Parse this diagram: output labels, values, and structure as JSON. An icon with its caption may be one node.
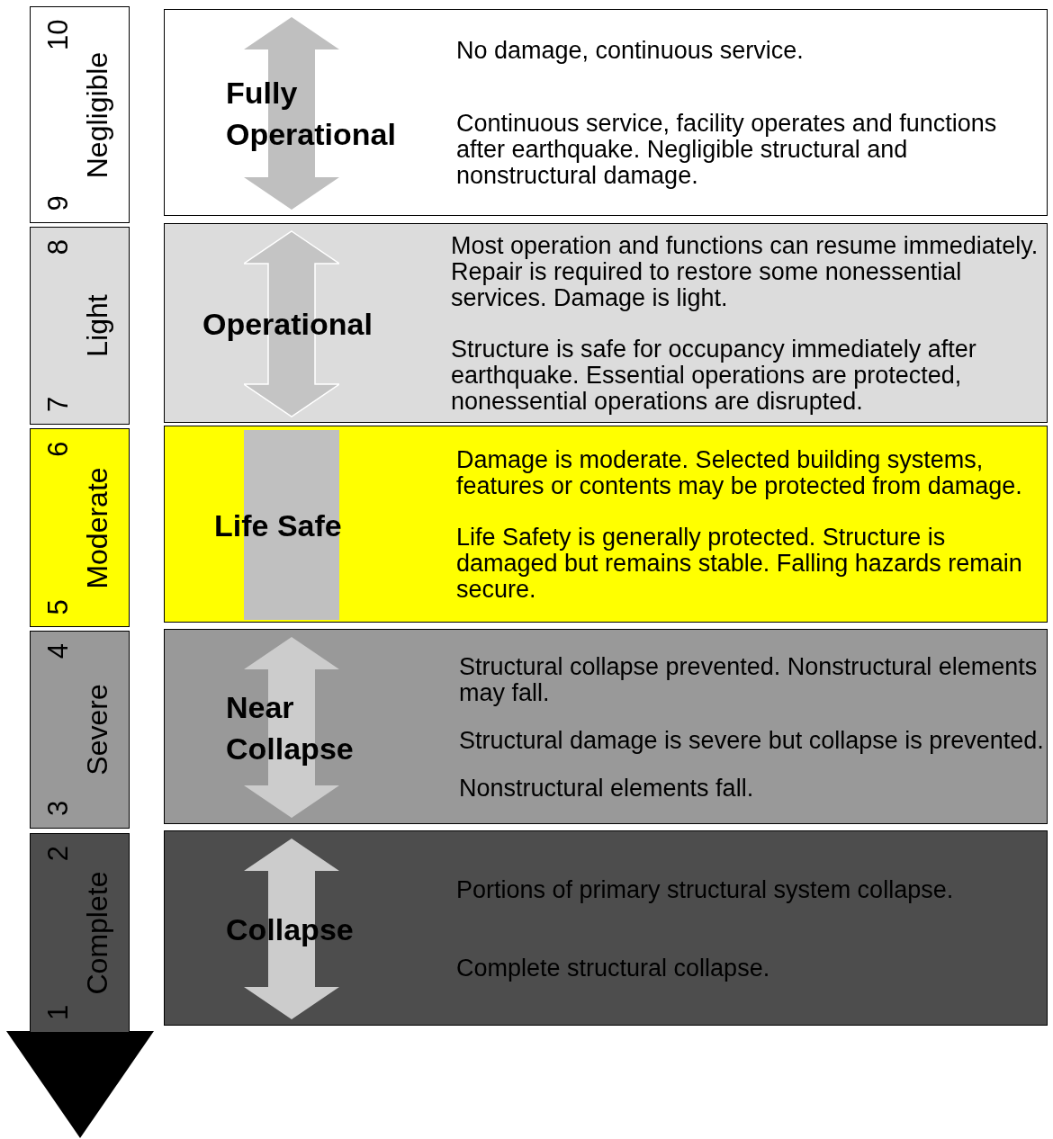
{
  "diagram": {
    "nodes": [
      {
        "text": [
          "10",
          "9",
          "Negligible"
        ]
      },
      {
        "text": [
          "8",
          "7",
          "Light"
        ]
      },
      {
        "text": [
          "6",
          "5",
          "Moderate"
        ]
      },
      {
        "text": [
          "4",
          "3",
          "Severe"
        ]
      },
      {
        "text": [
          "2",
          "1",
          "Complete"
        ]
      },
      {
        "text": [
          "Fully Operational",
          "No damage, continuous service.",
          "Continuous service, facility operates and functions after earthquake.  Negligible structural and nonstructural damage."
        ]
      },
      {
        "text": [
          "Operational",
          "Most operation and functions can resume immediately.  Repair is required to restore some nonessential services.  Damage is light.",
          "Structure is safe for occupancy immediately after earthquake.  Essential operations are protected, nonessential operations are disrupted."
        ]
      },
      {
        "text": [
          "Life Safe",
          "Damage is moderate.  Selected building systems, features or contents may be protected from damage.",
          "Life Safety is generally protected.  Structure is damaged but remains stable.  Falling hazards remain secure."
        ]
      },
      {
        "text": [
          "Near Collapse",
          "Structural collapse prevented. Nonstructural elements may fall.",
          "Structural damage is severe but collapse is prevented.",
          "Nonstructural elements fall."
        ]
      },
      {
        "text": [
          "Collapse",
          "Portions of primary structural system collapse.",
          "Complete structural collapse."
        ]
      }
    ]
  }
}
